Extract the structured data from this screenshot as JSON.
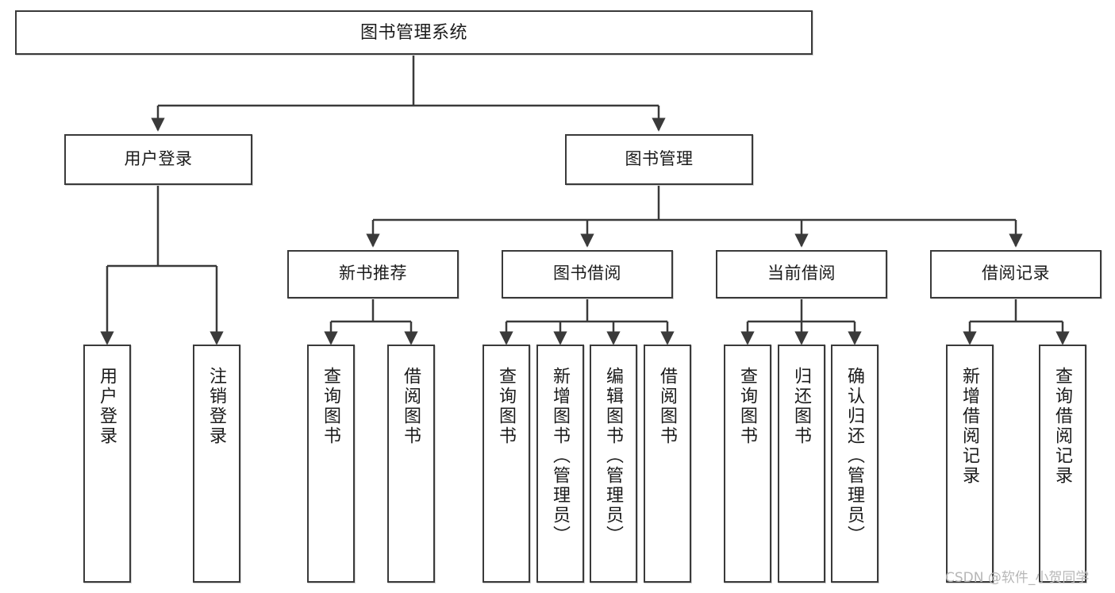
{
  "diagram": {
    "type": "tree-hierarchy",
    "title": "图书管理系统",
    "orientation": "top-down",
    "colors": {
      "box_border": "#3a3a3a",
      "box_fill": "#ffffff",
      "edge": "#3a3a3a",
      "text": "#1b1b1b",
      "watermark": "#b7b7b7",
      "background": "#ffffff"
    },
    "root": {
      "label": "图书管理系统"
    },
    "level2": [
      {
        "label": "用户登录"
      },
      {
        "label": "图书管理"
      }
    ],
    "level3": [
      {
        "label": "新书推荐"
      },
      {
        "label": "图书借阅"
      },
      {
        "label": "当前借阅"
      },
      {
        "label": "借阅记录"
      }
    ],
    "leaves": {
      "用户登录": [
        {
          "label": "用户登录"
        },
        {
          "label": "注销登录"
        }
      ],
      "新书推荐": [
        {
          "label": "查询图书"
        },
        {
          "label": "借阅图书"
        }
      ],
      "图书借阅": [
        {
          "label": "查询图书"
        },
        {
          "label": "新增图书（管理员）"
        },
        {
          "label": "编辑图书（管理员）"
        },
        {
          "label": "借阅图书"
        }
      ],
      "当前借阅": [
        {
          "label": "查询图书"
        },
        {
          "label": "归还图书"
        },
        {
          "label": "确认归还（管理员）"
        }
      ],
      "借阅记录": [
        {
          "label": "新增借阅记录"
        },
        {
          "label": "查询借阅记录"
        }
      ]
    }
  },
  "watermark": {
    "text": "CSDN @软件_小贺同学"
  }
}
